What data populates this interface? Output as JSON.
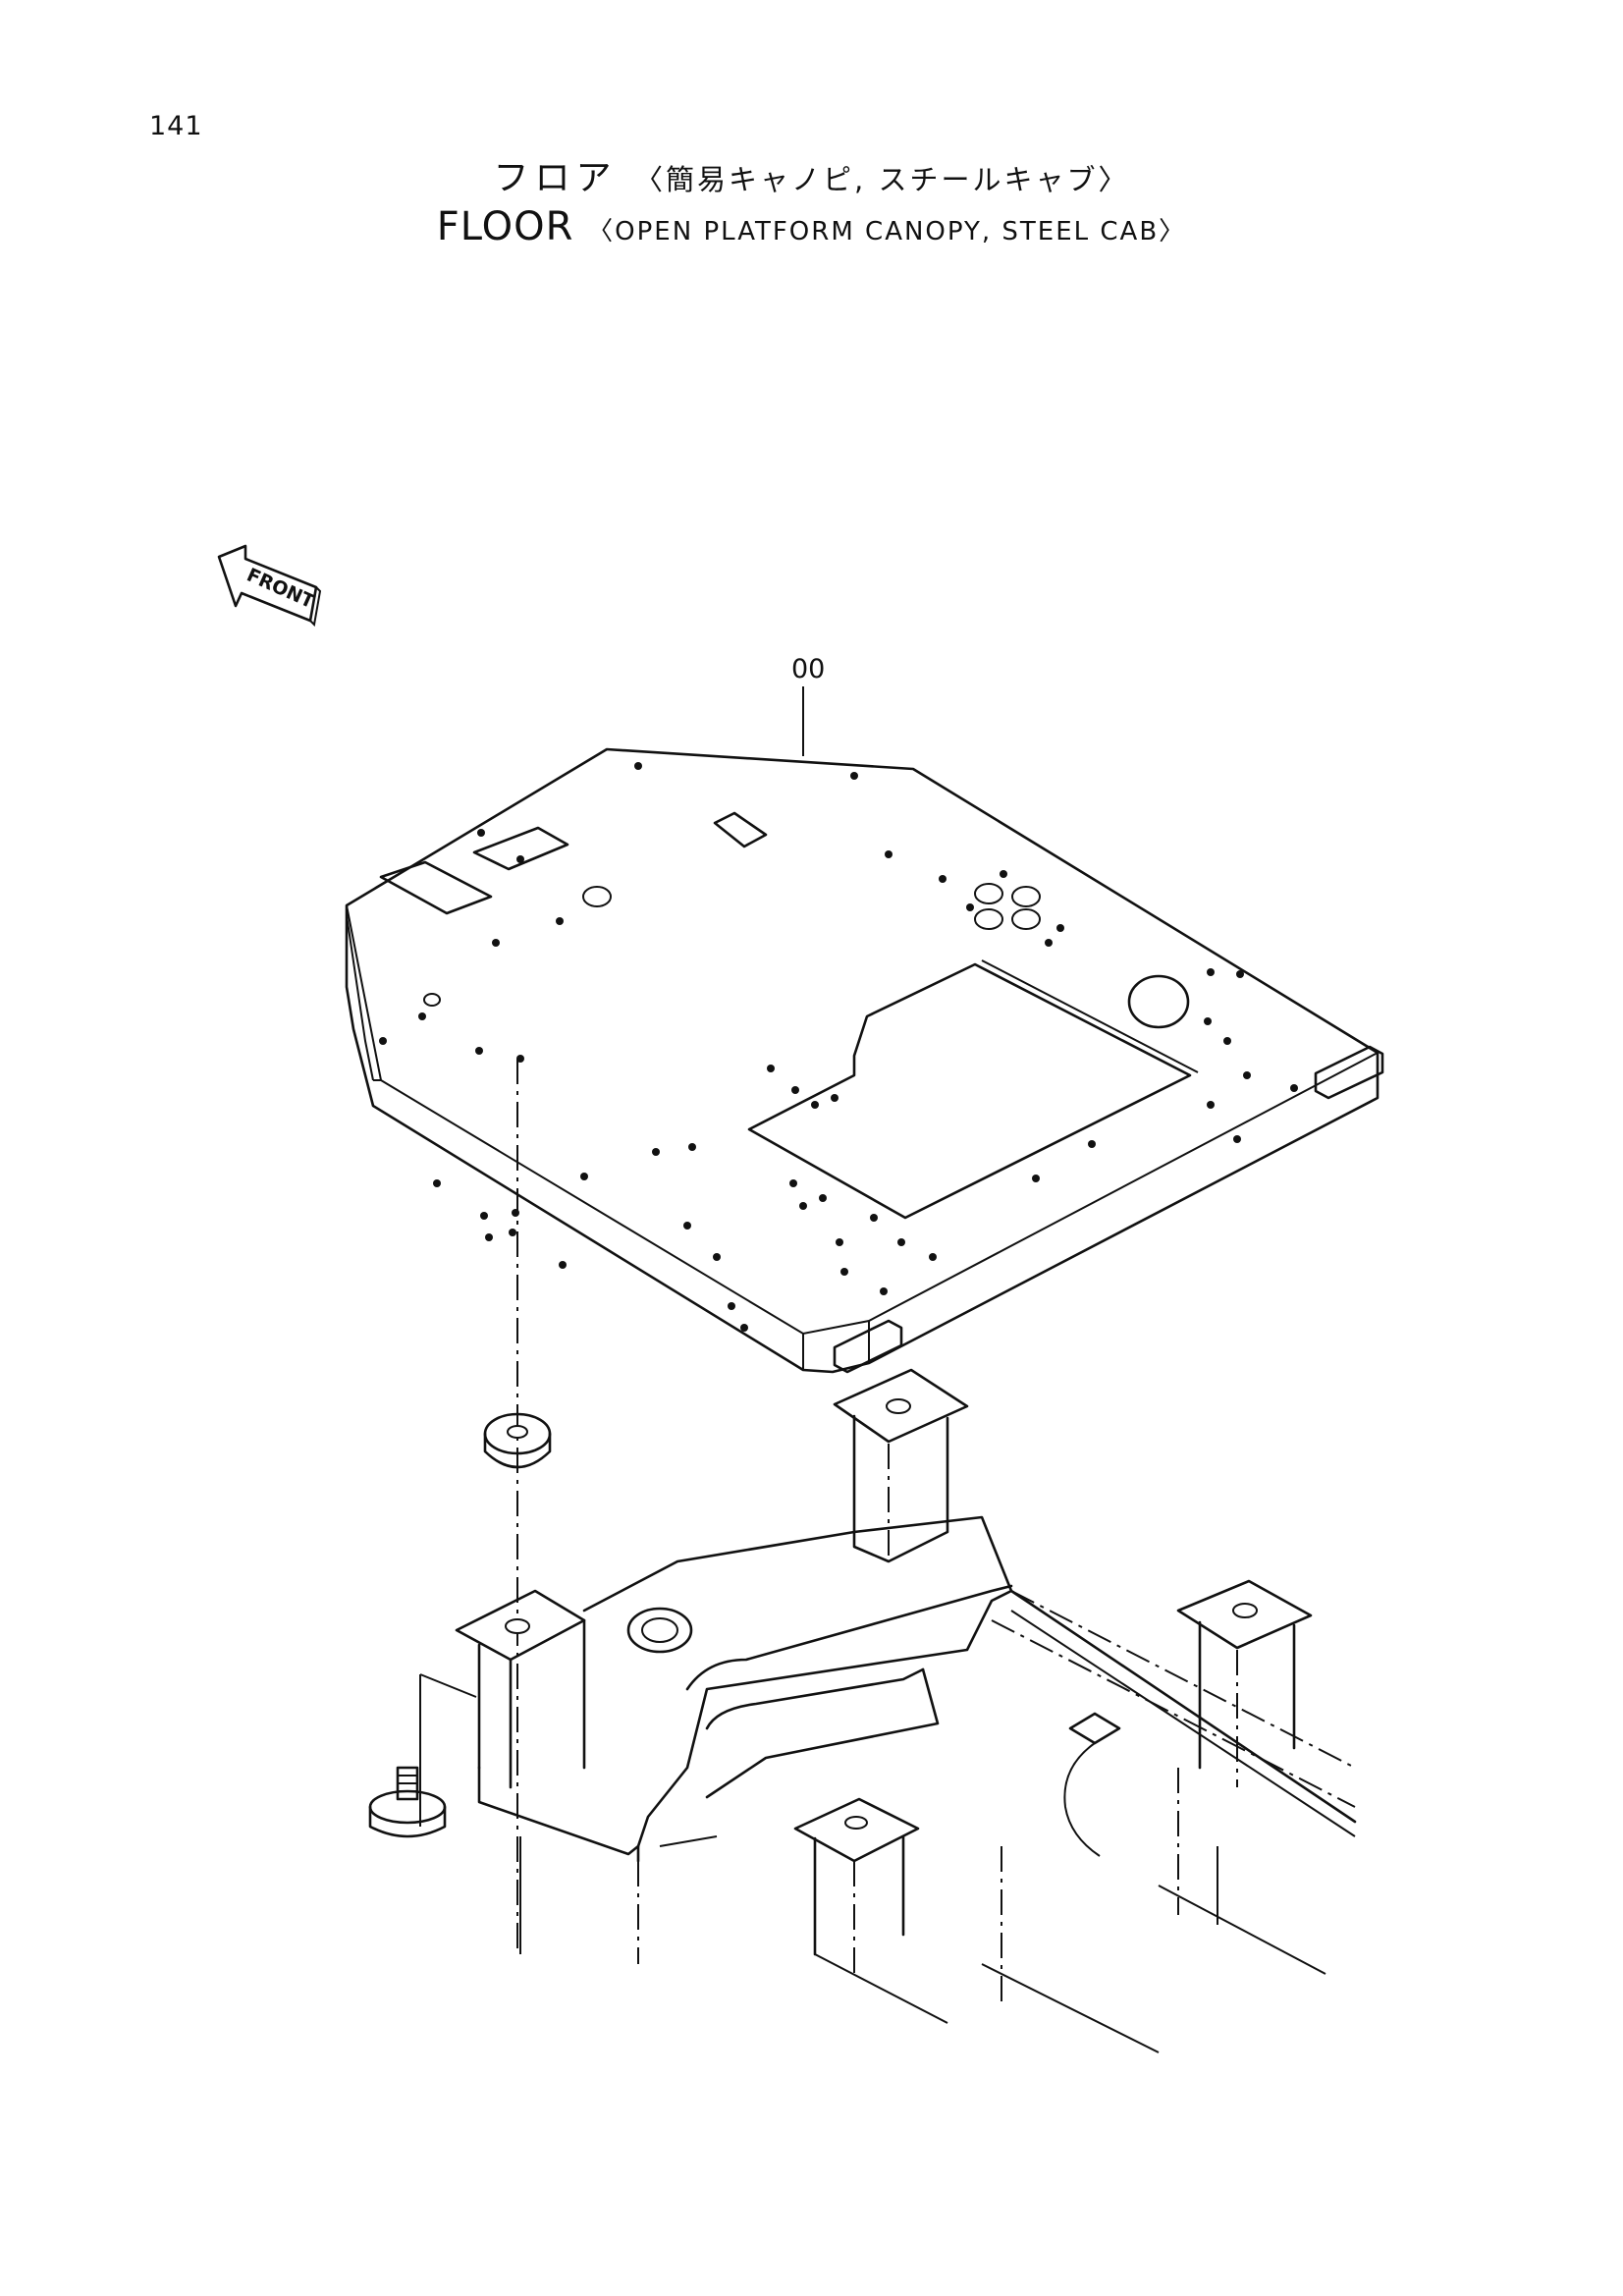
{
  "page": {
    "number": "141"
  },
  "title": {
    "japanese": "フロア",
    "japanese_sub": "〈簡易キャノピ, スチールキャブ〉",
    "english": "FLOOR",
    "english_sub": "〈OPEN PLATFORM CANOPY, STEEL CAB〉"
  },
  "diagram": {
    "direction_marker": "FRONT",
    "callouts": [
      {
        "label": "00"
      }
    ]
  }
}
